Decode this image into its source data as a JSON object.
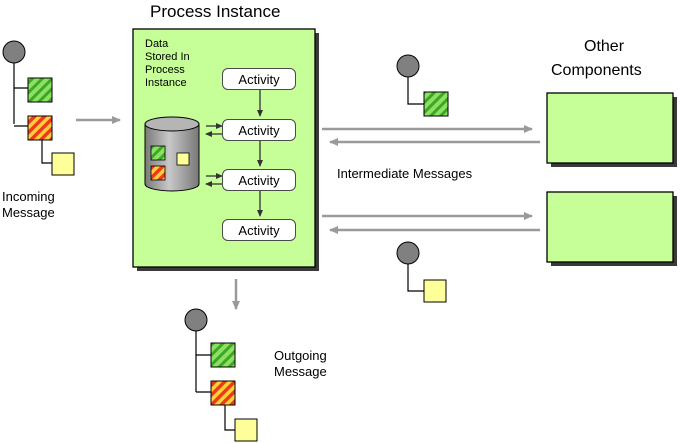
{
  "process_instance": {
    "title": "Process Instance",
    "data_stored_note": [
      "Data",
      "Stored In",
      "Process",
      "Instance"
    ],
    "activities": [
      "Activity",
      "Activity",
      "Activity",
      "Activity"
    ]
  },
  "incoming_message": {
    "label": [
      "Incoming",
      "Message"
    ]
  },
  "outgoing_message": {
    "label": [
      "Outgoing",
      "Message"
    ]
  },
  "other_components": {
    "label": [
      "Other",
      "Components"
    ]
  },
  "intermediate_messages": {
    "label": "Intermediate Messages"
  },
  "colors": {
    "process_box_fill": "#c6ff98",
    "component_box_fill": "#c6ff98",
    "header_part": "#808080",
    "body_part_green": "#7ed957",
    "body_part_orange": "#ff6a1a",
    "body_part_yellow": "#ffff99",
    "arrow": "#9a9a9a",
    "cylinder": "#9e9e9e"
  }
}
